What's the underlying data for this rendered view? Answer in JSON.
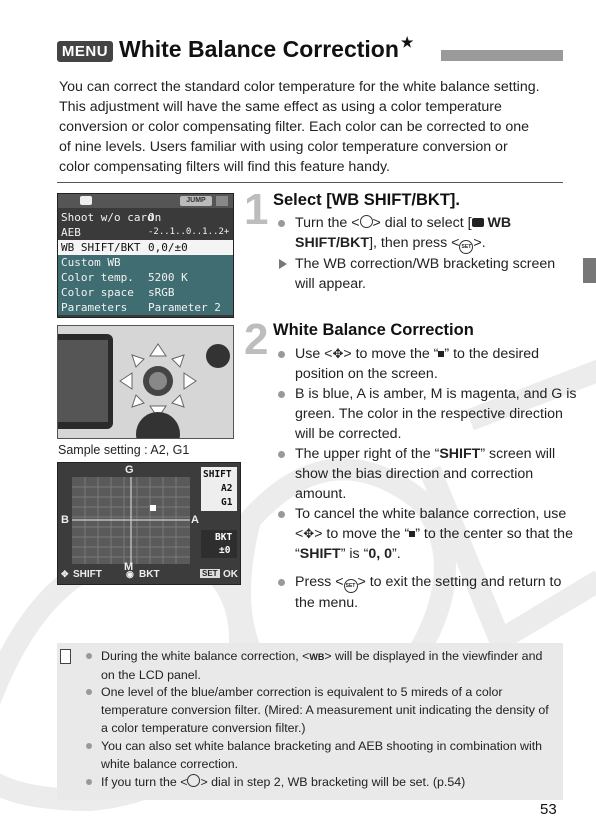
{
  "header": {
    "menu_badge": "MENU",
    "title": "White Balance Correction",
    "title_star": "★"
  },
  "intro": "You can correct the standard color temperature for the white balance setting. This adjustment will have the same effect as using a color temperature conversion or color compensating filter. Each color can be corrected to one of nine levels. Users familiar with using color temperature conversion or color compensating filters will find this feature handy.",
  "lcd_menu": {
    "jump": "JUMP",
    "rows": [
      {
        "label": "Shoot w/o card",
        "value": "On"
      },
      {
        "label": "AEB",
        "value": "-2..1..0..1..2+"
      },
      {
        "label": "WB SHIFT/BKT",
        "value": "0,0/±0"
      },
      {
        "label": "Custom WB",
        "value": ""
      },
      {
        "label": "Color temp.",
        "value": "5200 K"
      },
      {
        "label": "Color space",
        "value": "sRGB"
      },
      {
        "label": "Parameters",
        "value": "Parameter 2"
      }
    ]
  },
  "sample_caption": "Sample setting : A2, G1",
  "lcd_shift": {
    "g": "G",
    "b": "B",
    "a": "A",
    "m": "M",
    "shift_title": "SHIFT",
    "shift_a": "A2",
    "shift_g": "G1",
    "bkt_title": "BKT",
    "bkt_value": "±0",
    "foot_shift": "SHIFT",
    "foot_bkt": "BKT",
    "foot_set": "SET",
    "foot_ok": "OK"
  },
  "step1": {
    "number": "1",
    "title": "Select [WB SHIFT/BKT].",
    "b1_a": "Turn the <",
    "b1_b": "> dial to select [",
    "b1_c": " WB SHIFT/BKT",
    "b1_d": "], then press <",
    "b1_e": ">.",
    "b2": "The WB correction/WB bracketing screen will appear."
  },
  "step2": {
    "number": "2",
    "title": "White Balance Correction",
    "b1_a": "Use <",
    "b1_b": "> to move the “",
    "b1_c": "” to the desired position on the screen.",
    "b2": "B is blue, A is amber, M is magenta, and G is green. The color in the respective direction will be corrected.",
    "b3_a": "The upper right of the “",
    "b3_b": "SHIFT",
    "b3_c": "” screen will show the bias direction and correction amount.",
    "b4_a": "To cancel the white balance correction, use <",
    "b4_b": "> to move the “",
    "b4_c": "” to the center so that the “",
    "b4_d": "SHIFT",
    "b4_e": "” is “",
    "b4_f": "0, 0",
    "b4_g": "”.",
    "b5_a": "Press <",
    "b5_b": "> to exit the setting and return to the menu."
  },
  "notes": {
    "n1_a": "During the white balance correction, <",
    "n1_b": "> will be displayed in the viewfinder and on the LCD panel.",
    "n2": "One level of the blue/amber correction is equivalent to 5 mireds of a color temperature conversion filter. (Mired: A measurement unit indicating the density of a color temperature conversion filter.)",
    "n3": "You can also set white balance bracketing and AEB shooting in combination with white balance correction.",
    "n4_a": "If you turn the <",
    "n4_b": "> dial in step 2, WB bracketing will be set. (p.54)"
  },
  "page_number": "53",
  "icons": {
    "set_button": "SET",
    "wb_glyph": "WB"
  }
}
